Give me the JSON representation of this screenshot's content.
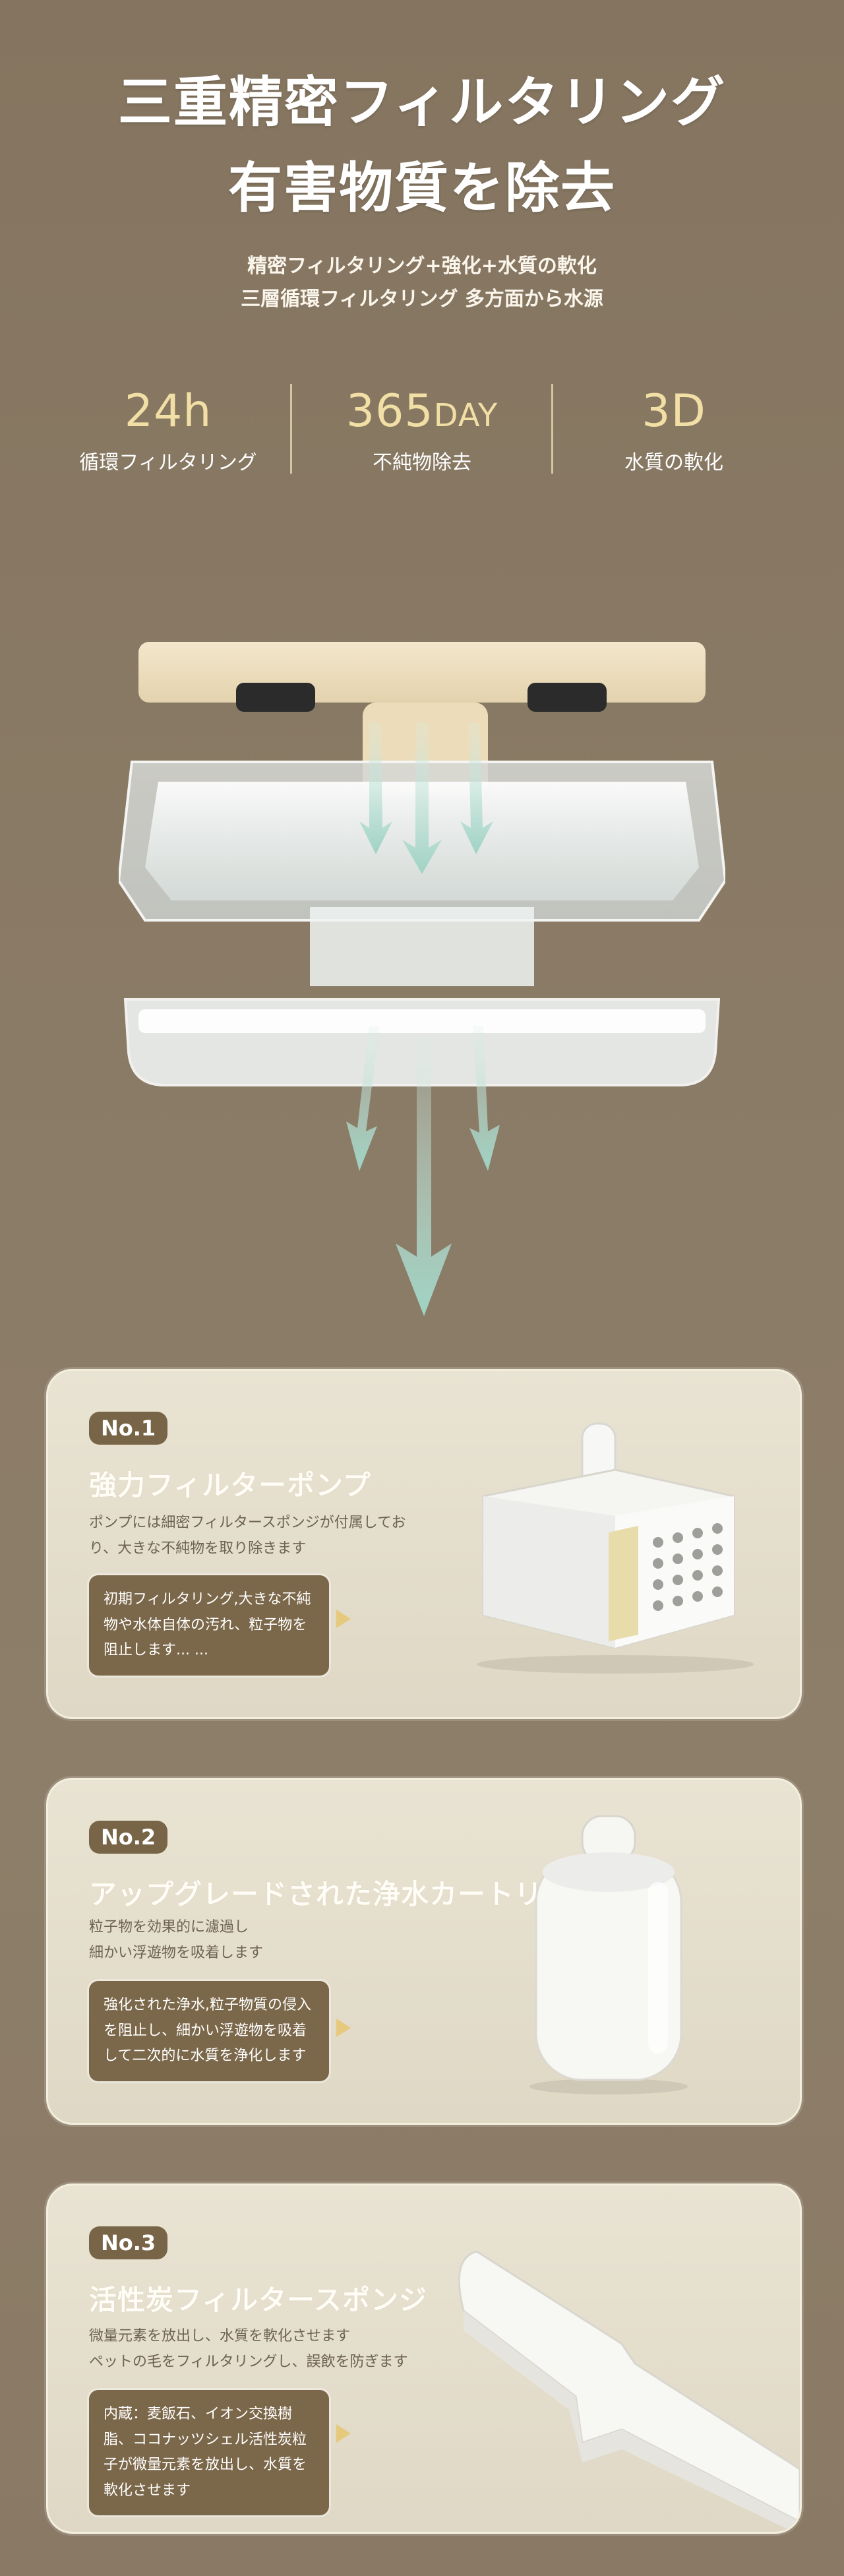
{
  "header": {
    "title_line1": "三重精密フィルタリング",
    "title_line2": "有害物質を除去",
    "subtitle_line1": "精密フィルタリング+強化+水質の軟化",
    "subtitle_line2": "三層循環フィルタリング  多方面から水源"
  },
  "stats": [
    {
      "value": "24h",
      "unit": "",
      "label": "循環フィルタリング"
    },
    {
      "value": "365",
      "unit": "DAY",
      "label": "不純物除去"
    },
    {
      "value": "3D",
      "unit": "",
      "label": "水質の軟化"
    }
  ],
  "features": [
    {
      "badge": "No.1",
      "title": "強力フィルターポンプ",
      "desc": "ポンプには細密フィルタースポンジが付属しており、大きな不純物を取り除きます",
      "box": "初期フィルタリング,大きな不純物や水体自体の汚れ、粒子物を阻止します... ..."
    },
    {
      "badge": "No.2",
      "title": "アップグレードされた浄水カートリッジ",
      "desc": "粒子物を効果的に濾過し\n細かい浮遊物を吸着します",
      "box": "強化された浄水,粒子物質の侵入を阻止し、細かい浮遊物を吸着して二次的に水質を浄化します"
    },
    {
      "badge": "No.3",
      "title": "活性炭フィルタースポンジ",
      "desc": "微量元素を放出し、水質を軟化させます\nペットの毛をフィルタリングし、誤飲を防ぎます",
      "box": "内蔵：麦飯石、イオン交換樹脂、ココナッツシェル活性炭粒子が微量元素を放出し、水質を軟化させます"
    }
  ],
  "colors": {
    "background": "#877763",
    "accent_gold": "#f1dfa6",
    "badge_brown": "#786446",
    "card_bg": "#e5dfcf",
    "arrow_mint": "#a9d8cb"
  }
}
